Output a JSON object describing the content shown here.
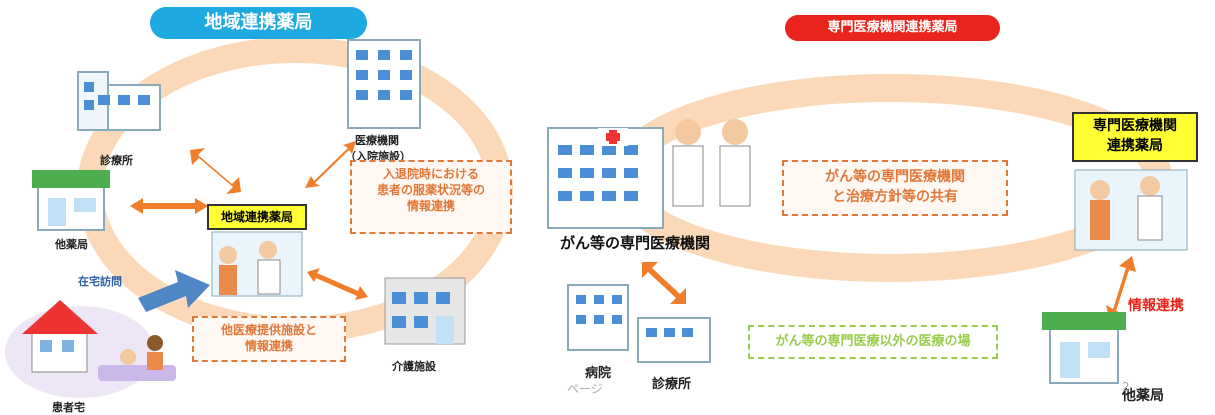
{
  "left": {
    "title": "地域連携薬局",
    "center_label": "地域連携薬局",
    "clinic": "診療所",
    "hospital_line1": "医療機関",
    "hospital_line2": "（入院施設）",
    "other_pharmacy": "他薬局",
    "home_visit": "在宅訪問",
    "patient_home": "患者宅",
    "care_facility": "介護施設",
    "box_hospital": [
      "入退院時における",
      "患者の服薬状況等の",
      "情報連携"
    ],
    "box_care": [
      "他医療提供施設と",
      "情報連携"
    ],
    "colors": {
      "title_bg": "#1fa9e1",
      "arrow": "#f07d2a",
      "ring": "#fbd9b8",
      "home_arrow": "#4f86c6"
    }
  },
  "right": {
    "title": "専門医療機関連携薬局",
    "hospital": "がん等の専門医療機関",
    "pharmacy_line1": "専門医療機関",
    "pharmacy_line2": "連携薬局",
    "box_share": [
      "がん等の専門医療機関",
      "と治療方針等の共有"
    ],
    "info_link": "情報連携",
    "other_box": "がん等の専門医療以外の医療の場",
    "hospital_small": "病院",
    "clinic": "診療所",
    "other_pharmacy": "他薬局",
    "colors": {
      "title_bg": "#e8241c",
      "info_link": "#e8241c",
      "green": "#9acd4f"
    }
  },
  "footer": {
    "page_label": "ページ",
    "page_number": "2"
  }
}
